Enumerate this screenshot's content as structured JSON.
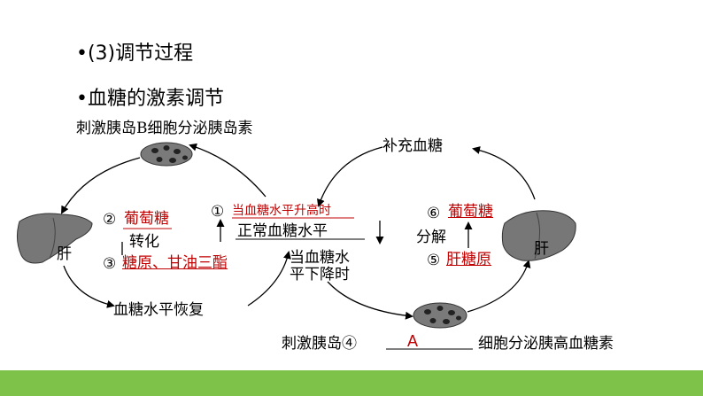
{
  "bullets": {
    "b1": "•(3)调节过程",
    "b2": "•血糖的激素调节"
  },
  "left": {
    "title": "刺激胰岛B细胞分泌胰岛素",
    "liver": "肝",
    "step2_num": "②",
    "step2_answer": "葡萄糖",
    "convert": "转化",
    "step3_num": "③",
    "step3_answer": "糖原、甘油三酯",
    "recover": "血糖水平恢复"
  },
  "center": {
    "step1_num": "①",
    "step1_answer": "当血糖水平升高时",
    "normal": "正常血糖水平",
    "drop_line1": "当血糖水",
    "drop_line2": "平下降时"
  },
  "right": {
    "supplement": "补充血糖",
    "step6_num": "⑥",
    "step6_answer": "葡萄糖",
    "decompose": "分解",
    "step5_num": "⑤",
    "step5_answer": "肝糖原",
    "liver": "肝"
  },
  "bottom": {
    "prefix": "刺激胰岛④",
    "step4_answer": "A",
    "suffix": "细胞分泌胰高血糖素"
  },
  "colors": {
    "answer": "#c00000",
    "bottom_bar": "#7fc24a"
  }
}
